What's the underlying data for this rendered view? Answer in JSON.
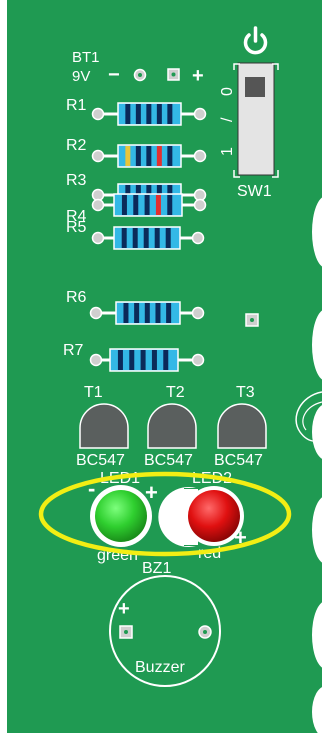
{
  "colors": {
    "pcb": "#1f9a52",
    "pcb_edge": "#147a3c",
    "silkscreen": "#ffffff",
    "resistor_body": "#33b8e6",
    "resistor_band": "#0b2a5a",
    "resistor_band_red": "#e23030",
    "resistor_band_gold": "#e8c53a",
    "transistor": "#5a5f5e",
    "led_green": "#2fcf2f",
    "led_red": "#e01010",
    "highlight_ring": "#f2ee14",
    "switch_body": "#e4e4e4",
    "switch_knob": "#555555"
  },
  "battery": {
    "ref": "BT1",
    "value": "9V",
    "minus": "−",
    "plus": "+"
  },
  "switch": {
    "ref": "SW1",
    "off_mark": "0",
    "slash": "/",
    "on_mark": "1",
    "icon": "power-icon"
  },
  "resistors": [
    {
      "ref": "R1"
    },
    {
      "ref": "R2"
    },
    {
      "ref": "R3"
    },
    {
      "ref": "R4"
    },
    {
      "ref": "R5"
    },
    {
      "ref": "R6"
    },
    {
      "ref": "R7"
    }
  ],
  "transistors": [
    {
      "ref": "T1",
      "type": "BC547"
    },
    {
      "ref": "T2",
      "type": "BC547"
    },
    {
      "ref": "T3",
      "type": "BC547"
    }
  ],
  "leds": [
    {
      "ref": "LED1",
      "color_label": "green",
      "minus": "-",
      "plus": "+"
    },
    {
      "ref": "LED2",
      "color_label": "red",
      "minus": "-",
      "plus": "+"
    }
  ],
  "buzzer": {
    "ref": "BZ1",
    "label": "Buzzer",
    "plus": "+"
  }
}
